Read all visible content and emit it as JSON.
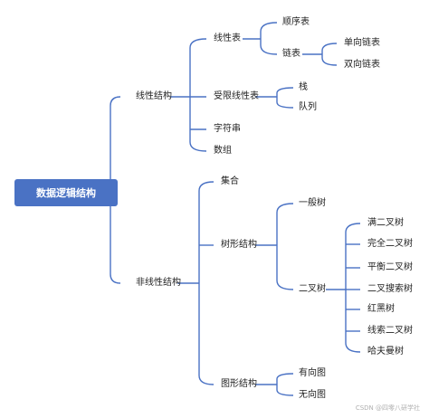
{
  "root": "数据逻辑结构",
  "nodes": {
    "linear": "线性结构",
    "linear_list": "线性表",
    "seq_list": "顺序表",
    "linked_list": "链表",
    "singly_linked": "单向链表",
    "doubly_linked": "双向链表",
    "restricted_list": "受限线性表",
    "stack": "栈",
    "queue": "队列",
    "string": "字符串",
    "array": "数组",
    "nonlinear": "非线性结构",
    "set": "集合",
    "tree": "树形结构",
    "general_tree": "一般树",
    "binary_tree": "二叉树",
    "full_bt": "满二叉树",
    "complete_bt": "完全二叉树",
    "balanced_bt": "平衡二叉树",
    "bst": "二叉搜索树",
    "rb_tree": "红黑树",
    "threaded_bt": "线索二叉树",
    "huffman": "哈夫曼树",
    "graph": "图形结构",
    "directed": "有向图",
    "undirected": "无向图"
  },
  "watermark": "CSDN @四零八研学社",
  "colors": {
    "edge": "#4a72c4",
    "root_fill": "#4a72c4"
  }
}
